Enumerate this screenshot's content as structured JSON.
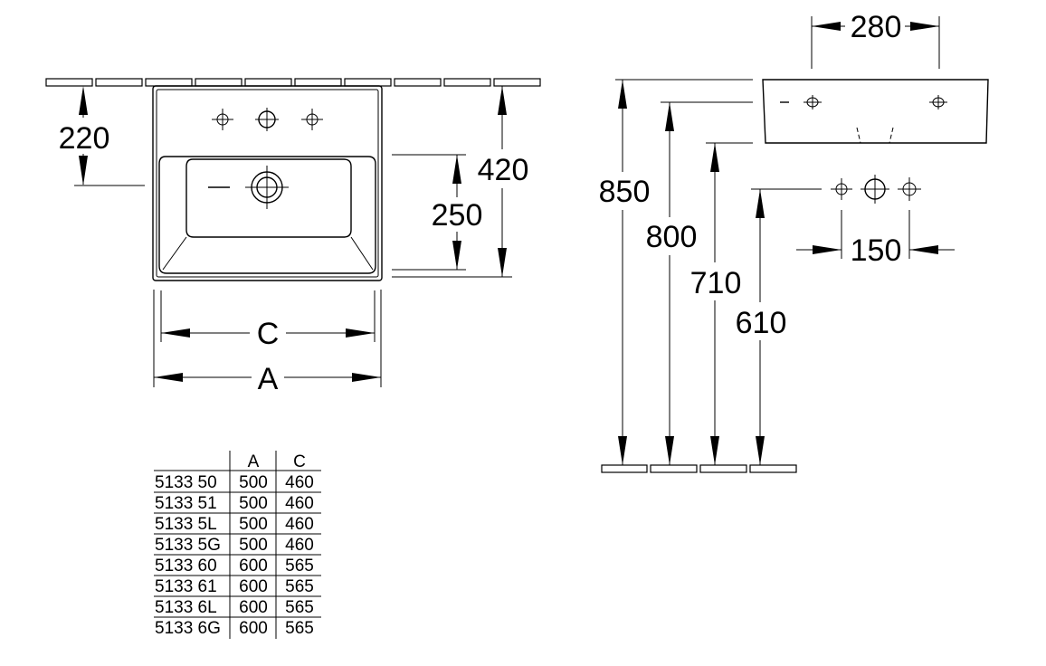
{
  "dimensions": {
    "front_top_height": "220",
    "front_bowl_height": "250",
    "front_total_height": "420",
    "inner_width": "C",
    "outer_width": "A",
    "side_depth": "280",
    "side_height_850": "850",
    "side_height_800": "800",
    "side_height_710": "710",
    "side_height_610": "610",
    "hole_spacing": "150"
  },
  "table": {
    "headers": [
      "",
      "A",
      "C"
    ],
    "rows": [
      [
        "5133 50",
        "500",
        "460"
      ],
      [
        "5133 51",
        "500",
        "460"
      ],
      [
        "5133 5L",
        "500",
        "460"
      ],
      [
        "5133 5G",
        "500",
        "460"
      ],
      [
        "5133 60",
        "600",
        "565"
      ],
      [
        "5133 61",
        "600",
        "565"
      ],
      [
        "5133 6L",
        "600",
        "565"
      ],
      [
        "5133 6G",
        "600",
        "565"
      ]
    ]
  }
}
